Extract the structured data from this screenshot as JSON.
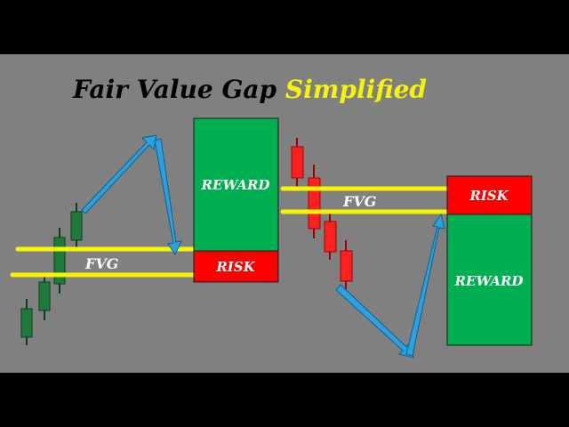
{
  "title": {
    "part1": "Fair Value Gap",
    "part2": "Simplified"
  },
  "left_setup": {
    "direction": "bullish",
    "gap_label": "FVG",
    "reward_label": "REWARD",
    "risk_label": "RISK"
  },
  "right_setup": {
    "direction": "bearish",
    "gap_label": "FVG",
    "risk_label": "RISK",
    "reward_label": "REWARD"
  },
  "colors": {
    "background": "#808080",
    "letterbox": "#000000",
    "bull_candle": "#1f7a3a",
    "bear_candle": "#ff2020",
    "gap_line": "#f5f500",
    "reward_box": "#00b050",
    "risk_box": "#ff0000",
    "arrow": "#29a3e0",
    "arrow_outline": "#0f5f8c"
  }
}
